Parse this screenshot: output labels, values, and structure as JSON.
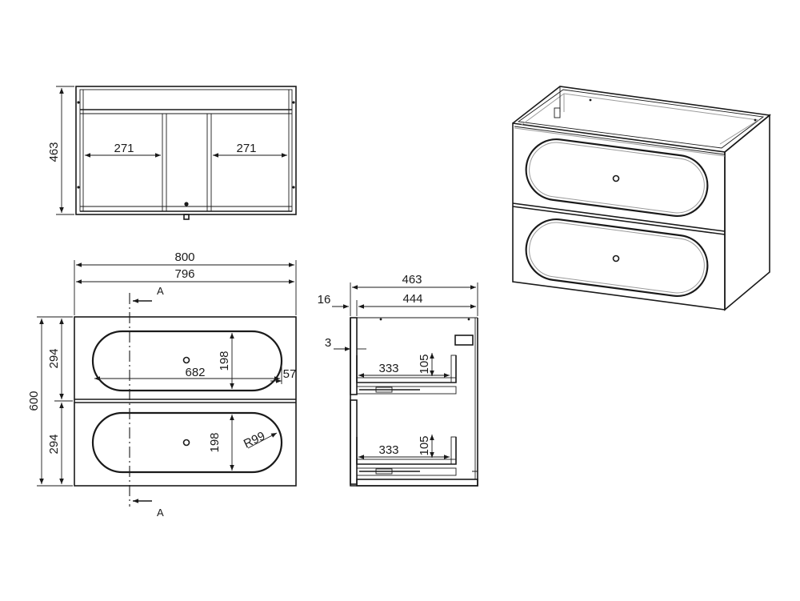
{
  "top_view": {
    "depth": "463",
    "inner_left": "271",
    "inner_right": "271"
  },
  "front_view": {
    "overall_width": "800",
    "front_width": "796",
    "overall_height": "600",
    "drawer_top_height": "294",
    "drawer_bottom_height": "294",
    "handle_length": "682",
    "handle_height_top": "198",
    "handle_height_bottom": "198",
    "handle_radius": "R99",
    "handle_edge": "57",
    "section_label_top": "A",
    "section_label_bottom": "A"
  },
  "side_view": {
    "overall_depth": "463",
    "front_thickness": "16",
    "inner_depth": "444",
    "gap": "3",
    "drawer_top_depth": "333",
    "drawer_top_height": "105",
    "drawer_bottom_depth": "333",
    "drawer_bottom_height": "105"
  }
}
